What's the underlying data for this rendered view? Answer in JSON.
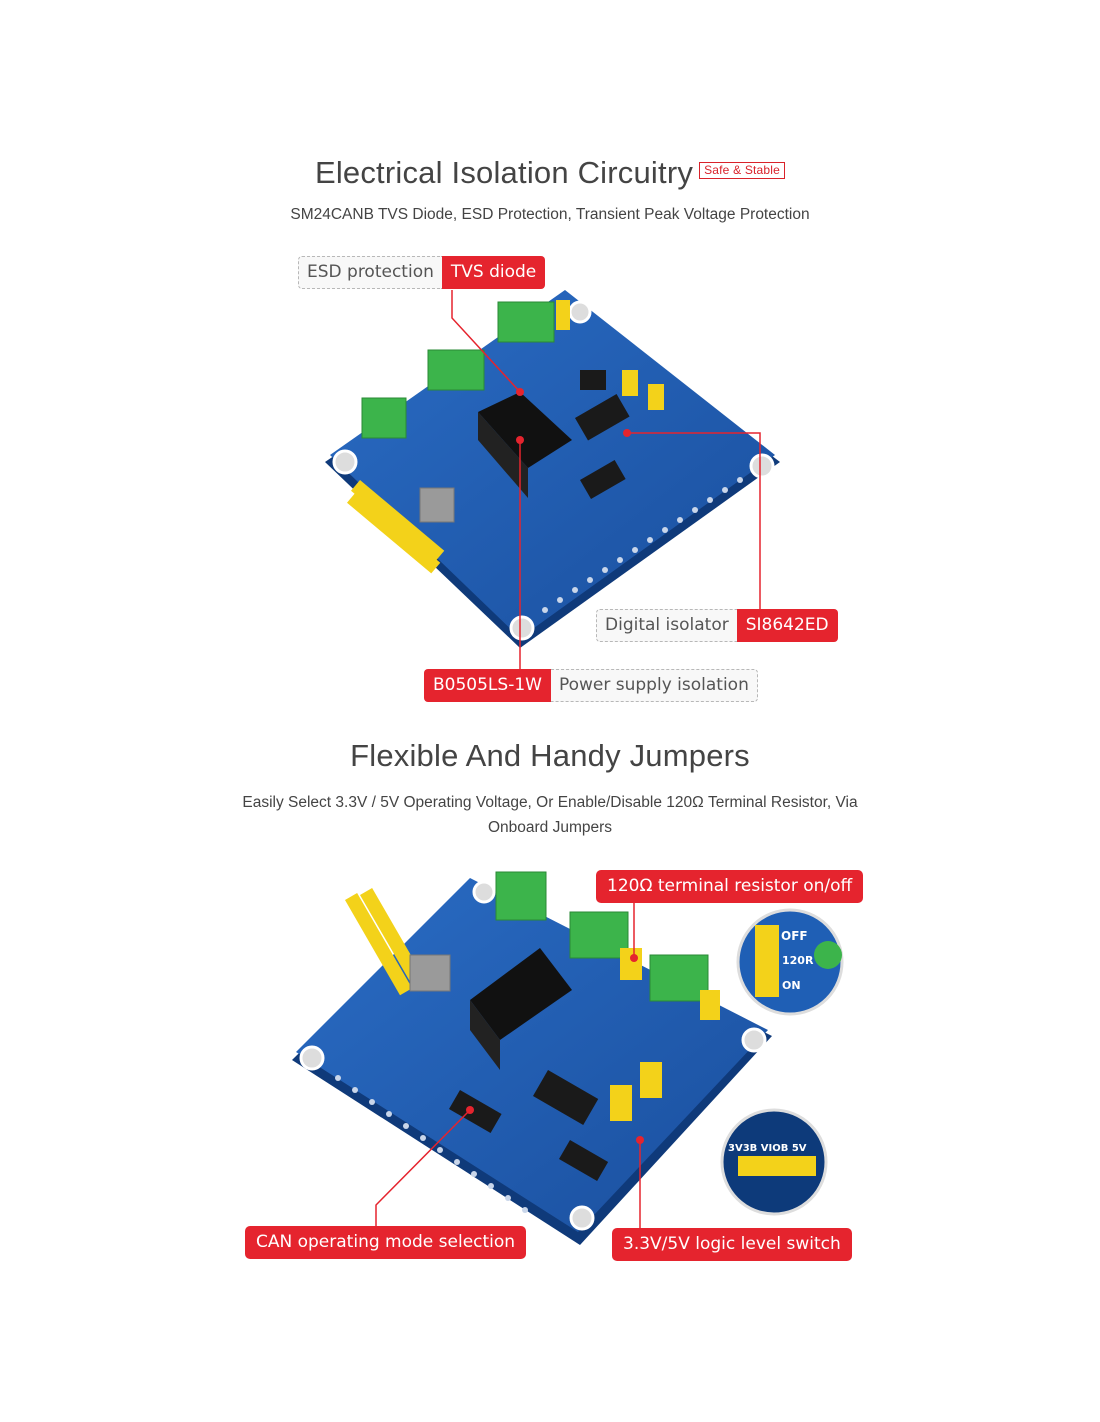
{
  "section1": {
    "title": "Electrical Isolation Circuitry",
    "badge": "Safe & Stable",
    "subtitle": "SM24CANB TVS Diode, ESD Protection, Transient Peak Voltage Protection",
    "callouts": {
      "esd_label": "ESD protection",
      "esd_part": "TVS diode",
      "isolator_label": "Digital isolator",
      "isolator_part": "SI8642ED",
      "power_part": "B0505LS-1W",
      "power_label": "Power supply isolation"
    }
  },
  "section2": {
    "title": "Flexible And Handy Jumpers",
    "subtitle": "Easily Select 3.3V / 5V Operating Voltage, Or Enable/Disable 120Ω Terminal Resistor, Via Onboard Jumpers",
    "callouts": {
      "terminal": "120Ω terminal resistor on/off",
      "can_mode": "CAN operating mode selection",
      "logic": "3.3V/5V logic level switch"
    },
    "zoom1": {
      "off": "OFF",
      "mid": "120R",
      "on": "ON"
    },
    "zoom2": {
      "label": "3V3B VIOB 5V"
    }
  },
  "colors": {
    "accent": "#e5242e",
    "pcb": "#1f5fb5",
    "terminal": "#3cb44b",
    "header": "#f3d21a"
  }
}
